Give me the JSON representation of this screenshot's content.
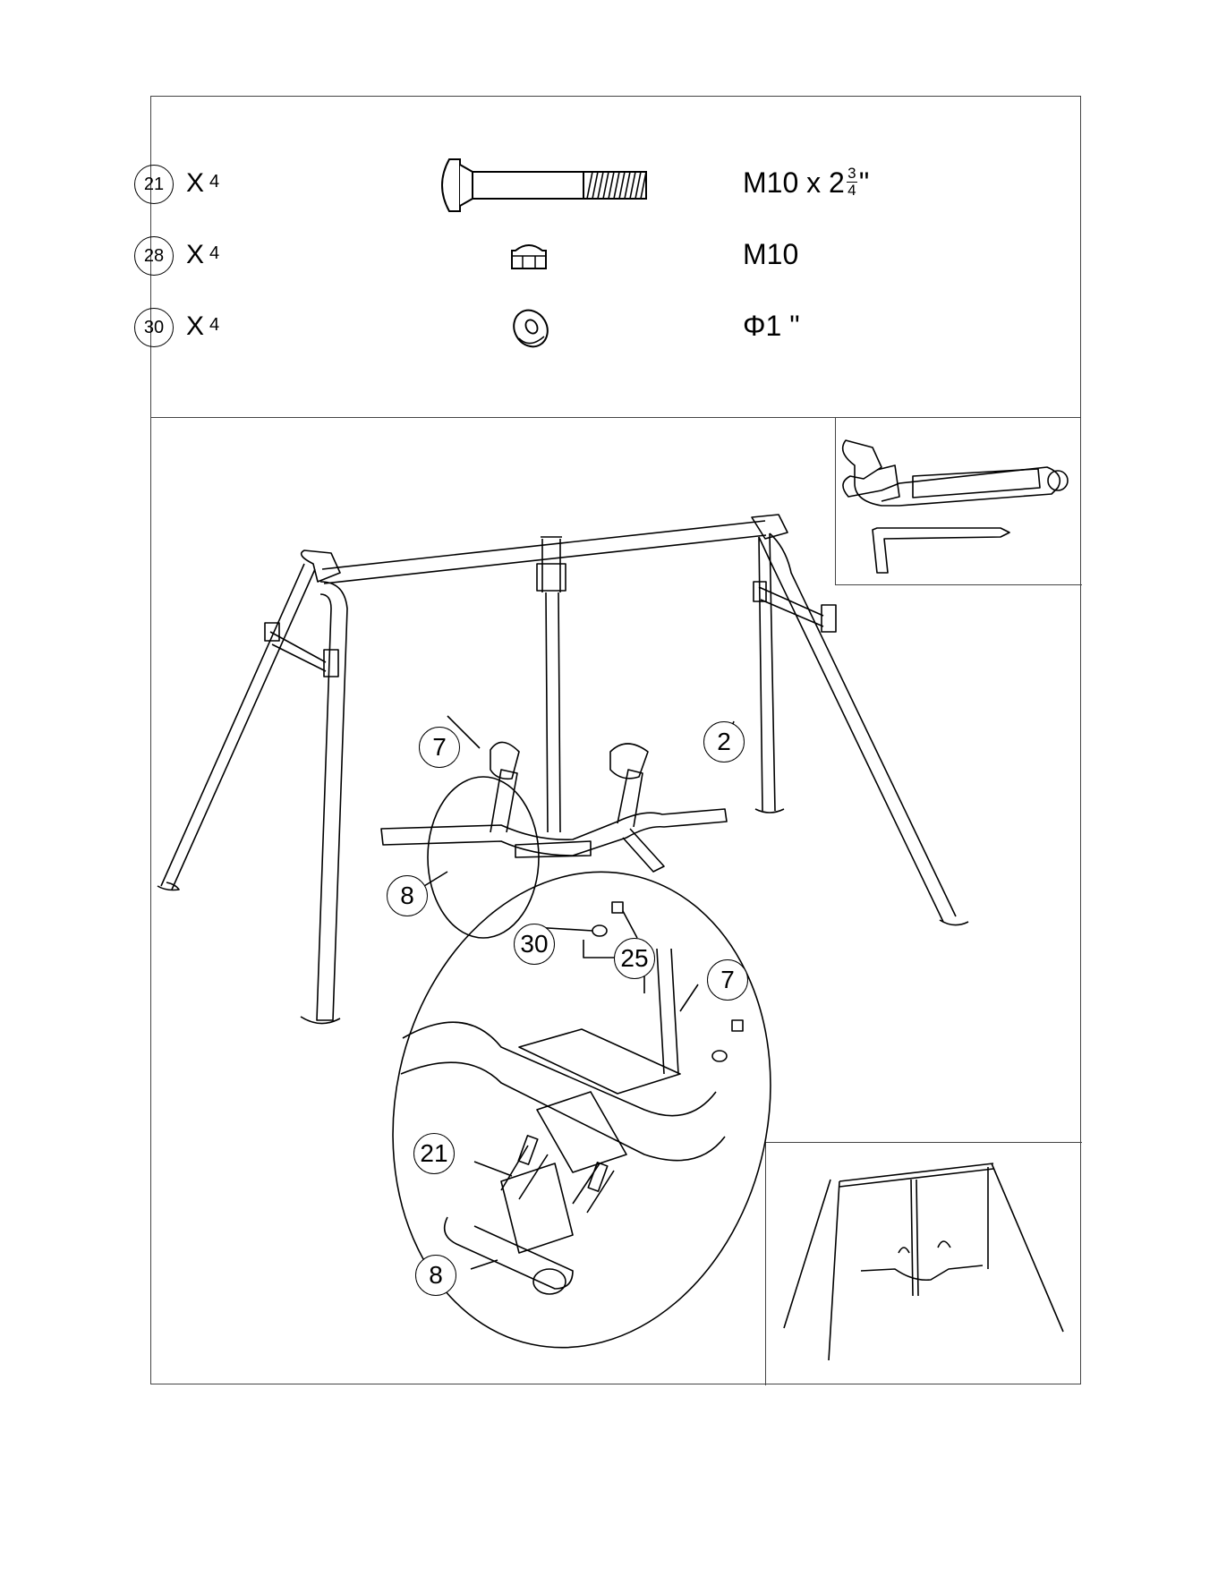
{
  "hardware": [
    {
      "part": "21",
      "times": "X",
      "count": "4",
      "spec": "M10 x 2",
      "frac_num": "3",
      "frac_den": "4",
      "unit": "\"",
      "icon": "carriage-bolt-icon"
    },
    {
      "part": "28",
      "times": "X",
      "count": "4",
      "spec": "M10",
      "icon": "lock-nut-icon"
    },
    {
      "part": "30",
      "times": "X",
      "count": "4",
      "spec": "Φ1 \"",
      "icon": "washer-icon"
    }
  ],
  "tools": [
    "adjustable-wrench-icon",
    "allen-key-icon"
  ],
  "callouts": {
    "main_seat": "7",
    "main_bar": "2",
    "main_footrest": "8",
    "detail_washer": "30",
    "detail_nut": "25",
    "detail_seat": "7",
    "detail_bolt": "21",
    "detail_footrest": "8"
  }
}
